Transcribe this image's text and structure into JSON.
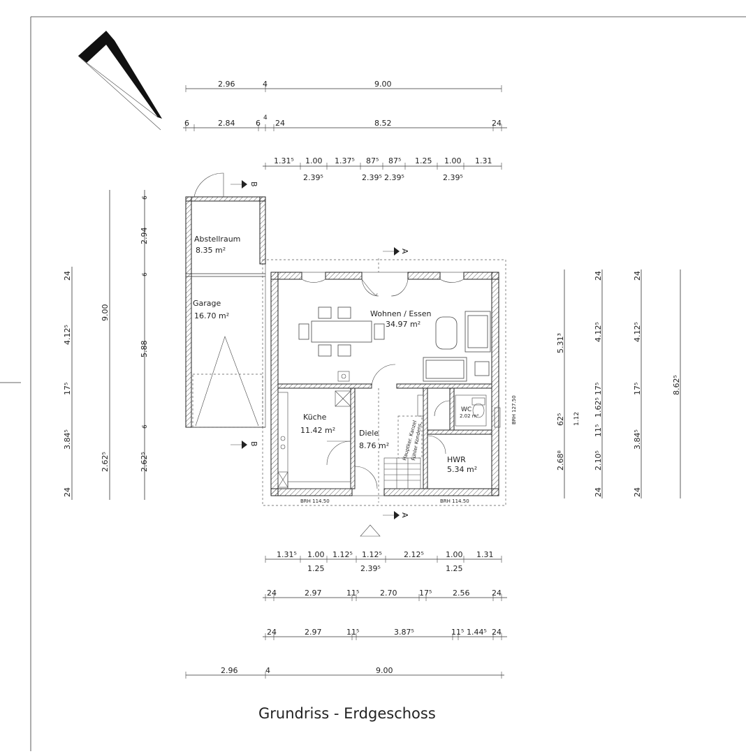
{
  "title": "Grundriss - Erdgeschoss",
  "rooms": {
    "abstellraum": {
      "name": "Abstellraum",
      "area": "8.35 m²"
    },
    "garage": {
      "name": "Garage",
      "area": "16.70 m²"
    },
    "wohnen": {
      "name": "Wohnen / Essen",
      "area": "34.97 m²"
    },
    "kueche": {
      "name": "Küche",
      "area": "11.42 m²"
    },
    "diele": {
      "name": "Diele",
      "area": "8.76 m²"
    },
    "wc": {
      "name": "WC",
      "area": "2.02 m²"
    },
    "hwr": {
      "name": "HWR",
      "area": "5.34 m²"
    }
  },
  "brh": {
    "left": "BRH 114.50",
    "right": "BRH 114.50",
    "side": "BRH 127.50"
  },
  "stairs_labels": [
    "Hauptker. Kanzel",
    "Fühler Kondens."
  ],
  "section_marks": {
    "a": "A",
    "b": "B"
  },
  "top_dims": {
    "row1": [
      "2.96",
      "4",
      "9.00"
    ],
    "row2": [
      "6",
      "2.84",
      "6",
      "4",
      "24",
      "8.52",
      "24"
    ],
    "row3_top": [
      "1.31⁵",
      "1.00",
      "1.37⁵",
      "87⁵",
      "87⁵",
      "1.25",
      "1.00",
      "1.31"
    ],
    "row3_bottom": [
      "2.39⁵",
      "2.39⁵",
      "2.39⁵",
      "2.39⁵"
    ]
  },
  "bottom_dims": {
    "row1_top": [
      "1.31⁵",
      "1.00",
      "1.12⁵",
      "1.12⁵",
      "2.12⁵",
      "1.00",
      "1.31"
    ],
    "row1_bottom": [
      "1.25",
      "2.39⁵",
      "1.25"
    ],
    "row2": [
      "24",
      "2.97",
      "11⁵",
      "2.70",
      "17⁵",
      "2.56",
      "24"
    ],
    "row3": [
      "24",
      "2.97",
      "11⁵",
      "3.87⁵",
      "11⁵",
      "1.44⁵",
      "24"
    ],
    "row4": [
      "2.96",
      "4",
      "9.00"
    ]
  },
  "left_dims": {
    "outer": [
      "24",
      "4.12⁵",
      "17⁵",
      "3.84⁵",
      "24"
    ],
    "mid": [
      "9.00",
      "2.62⁵"
    ],
    "inner": [
      "6",
      "2.94",
      "6",
      "5.88",
      "6",
      "2.62⁵"
    ]
  },
  "right_dims": {
    "col1": [
      "5.31³",
      "62⁵",
      "2.68⁸"
    ],
    "col1b": [
      "1.12"
    ],
    "col2": [
      "24",
      "4.12⁵",
      "17⁵",
      "1.62⁵",
      "11⁵",
      "2.10⁵",
      "24"
    ],
    "col3": [
      "24",
      "4.12⁵",
      "17⁵",
      "3.84⁵",
      "24"
    ],
    "col4": [
      "8.62⁵"
    ]
  }
}
